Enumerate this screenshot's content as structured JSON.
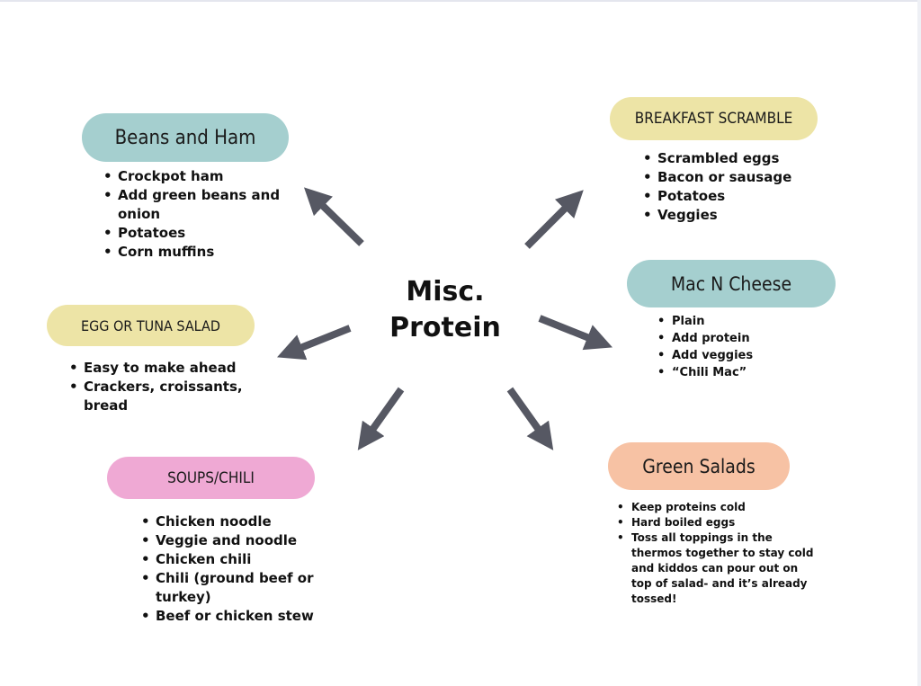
{
  "center": {
    "line1": "Misc.",
    "line2": "Protein"
  },
  "beans_ham": {
    "title": "Beans and Ham",
    "items": [
      "Crockpot ham",
      "Add green beans and onion",
      "Potatoes",
      "Corn muffins"
    ]
  },
  "breakfast": {
    "title": "BREAKFAST SCRAMBLE",
    "items": [
      "Scrambled eggs",
      "Bacon or sausage",
      "Potatoes",
      "Veggies"
    ]
  },
  "mac": {
    "title": "Mac N Cheese",
    "items": [
      "Plain",
      "Add protein",
      "Add veggies",
      "“Chili Mac”"
    ]
  },
  "egg_tuna": {
    "title": "EGG OR TUNA SALAD",
    "items": [
      "Easy to make ahead",
      "Crackers, croissants, bread"
    ]
  },
  "soups": {
    "title": "SOUPS/CHILI",
    "items": [
      "Chicken noodle",
      "Veggie and noodle",
      "Chicken chili",
      "Chili (ground beef or turkey)",
      "Beef or chicken stew"
    ]
  },
  "green": {
    "title": "Green Salads",
    "items": [
      "Keep proteins cold",
      "Hard boiled eggs",
      "Toss all toppings in the thermos together to stay cold and kiddos can pour out on top of salad- and it’s already tossed!"
    ]
  },
  "colors": {
    "teal": "#a5cfcf",
    "yellow": "#ede4a6",
    "pink": "#efa9d4",
    "peach": "#f7c2a4",
    "arrow": "#565863"
  }
}
